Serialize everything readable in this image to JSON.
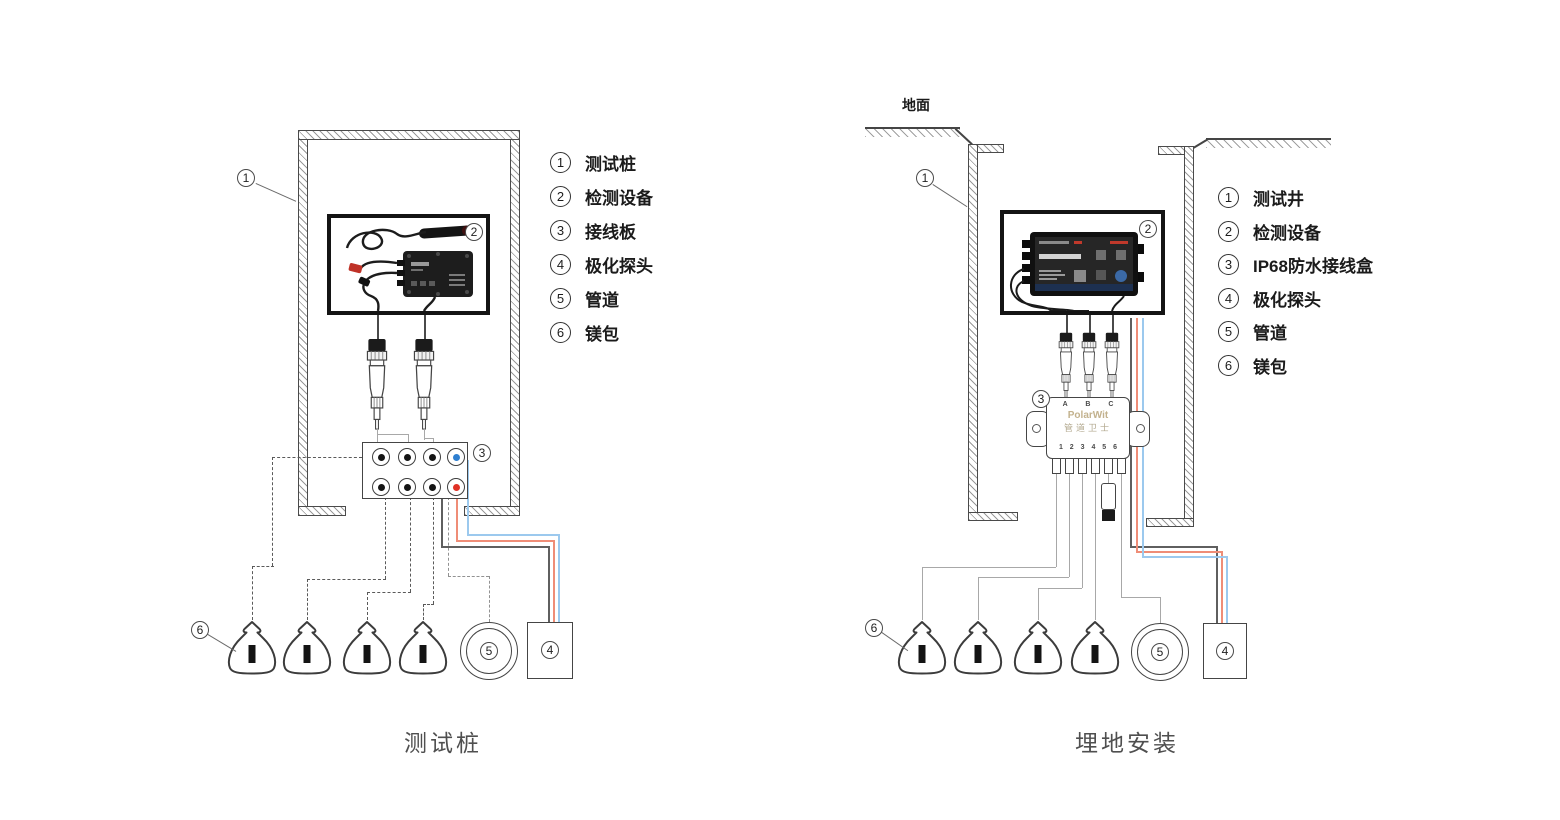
{
  "colors": {
    "line": "#4a4a4a",
    "wire_dark": "#5f5f5f",
    "wire_red": "#ef8d77",
    "wire_blue": "#9cc9ee",
    "terminal_red": "#e03226",
    "terminal_blue": "#2f7fd0"
  },
  "left": {
    "caption": "测试桩",
    "legend": [
      {
        "num": "1",
        "label": "测试桩"
      },
      {
        "num": "2",
        "label": "检测设备"
      },
      {
        "num": "3",
        "label": "接线板"
      },
      {
        "num": "4",
        "label": "极化探头"
      },
      {
        "num": "5",
        "label": "管道"
      },
      {
        "num": "6",
        "label": "镁包"
      }
    ]
  },
  "right": {
    "caption": "埋地安装",
    "ground_label": "地面",
    "junction_box": {
      "top_ports": "A B C",
      "brand": "PolarWit",
      "brand_cn": "管道卫士",
      "bottom_ports": "1 2 3 4 5 6"
    },
    "legend": [
      {
        "num": "1",
        "label": "测试井"
      },
      {
        "num": "2",
        "label": "检测设备"
      },
      {
        "num": "3",
        "label": "IP68防水接线盒"
      },
      {
        "num": "4",
        "label": "极化探头"
      },
      {
        "num": "5",
        "label": "管道"
      },
      {
        "num": "6",
        "label": "镁包"
      }
    ]
  }
}
